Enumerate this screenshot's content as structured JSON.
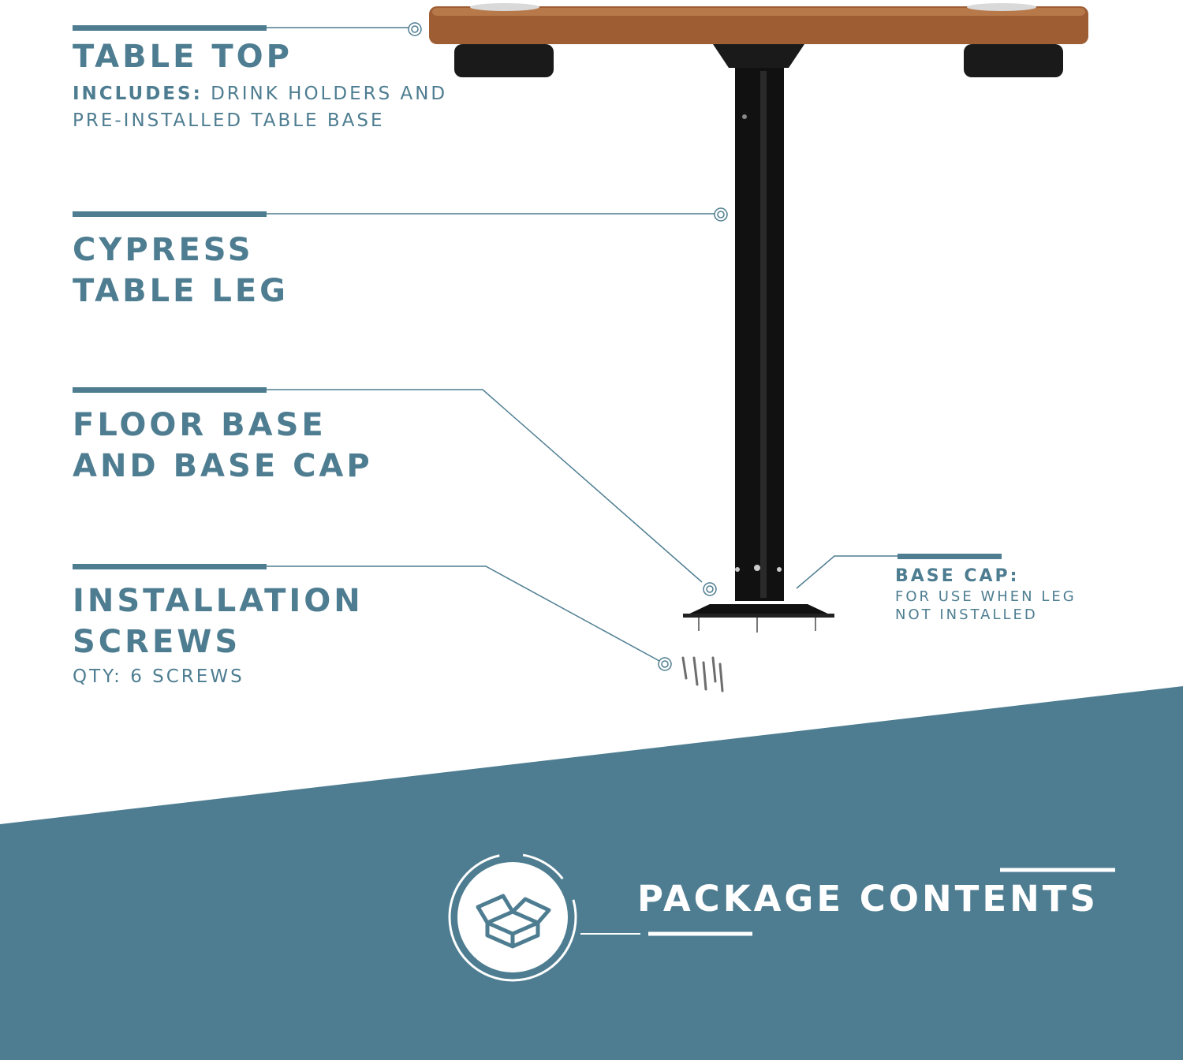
{
  "colors": {
    "accent": "#4e7d91",
    "wood": "#9a5a30",
    "leg": "#111111",
    "banner": "#4e7d91",
    "text_light": "#ffffff"
  },
  "labels": {
    "table_top": {
      "title": "TABLE TOP",
      "sub_strong": "INCLUDES:",
      "sub_line1": " DRINK HOLDERS AND",
      "sub_line2": "PRE-INSTALLED TABLE BASE"
    },
    "table_leg": {
      "line1": "CYPRESS",
      "line2": "TABLE LEG"
    },
    "floor_base": {
      "line1": "FLOOR BASE",
      "line2": "AND BASE CAP"
    },
    "screws": {
      "line1": "INSTALLATION",
      "line2": "SCREWS",
      "qty": "QTY: 6 SCREWS"
    },
    "base_cap": {
      "title": "BASE CAP:",
      "line1": "FOR USE WHEN LEG",
      "line2": "NOT INSTALLED"
    }
  },
  "package": {
    "title": "PACKAGE CONTENTS",
    "icon": "open-box-icon"
  }
}
